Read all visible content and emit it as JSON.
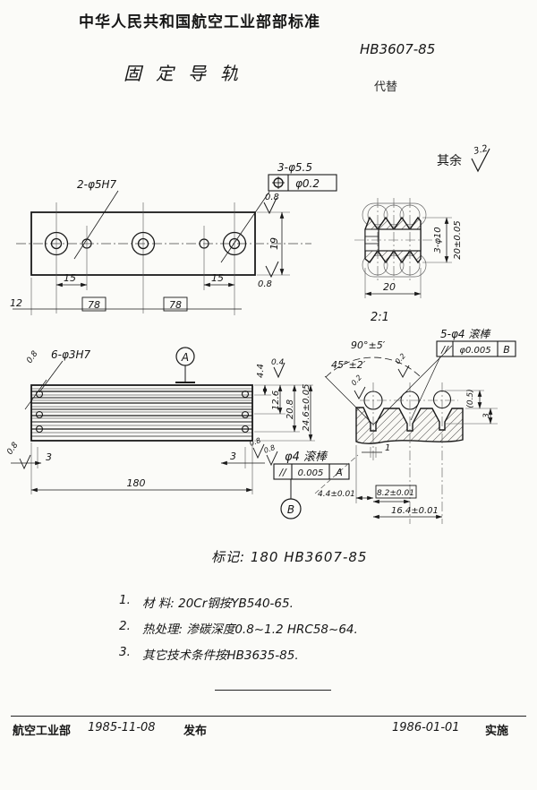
{
  "header": {
    "org": "中华人民共和国航空工业部部标准",
    "code": "HB3607-85",
    "title": "固定导轨",
    "replaces": "代替"
  },
  "general": {
    "other_label": "其余",
    "other_roughness": "3.2",
    "scale": "2:1"
  },
  "top_view": {
    "callout_reamed": "2-φ5H7",
    "callout_pos": "3-φ5.5",
    "pos_tol": "φ0.2",
    "rough_top": "0.8",
    "rough_bottom": "0.8",
    "dim_height": "19",
    "dim_pitch_l": "15",
    "dim_pitch_r": "15",
    "dim_edge": "12",
    "dim_span1": "78",
    "dim_span2": "78"
  },
  "section_view": {
    "dim_holes": "3-φ10",
    "dim_height": "20±0.05",
    "dim_width": "20"
  },
  "side_view": {
    "callout_holes": "6-φ3H7",
    "rough_tl": "0.8",
    "rough_bl": "0.8",
    "rough_04": "0.4",
    "rough_br1": "0.8",
    "rough_br2": "0.8",
    "datum_a": "A",
    "datum_b": "B",
    "dim1": "4.4",
    "dim2": "12.6",
    "dim3": "20.8",
    "dim4": "24.6±0.05",
    "dim_end_l": "3",
    "dim_end_r": "3",
    "dim_len": "180",
    "roller": "φ4 滚棒",
    "fcf_sym": "//",
    "fcf_tol": "0.005",
    "fcf_ref": "A"
  },
  "detail_view": {
    "angle_full": "90°±5′",
    "angle_half": "45°±2′",
    "rough1": "0.2",
    "rough2": "0.2",
    "roller": "5-φ4 滚棒",
    "fcf_sym": "//",
    "fcf_tol": "φ0.005",
    "fcf_ref": "B",
    "dim_gap": "(0.5)",
    "dim_depth": "3",
    "dim_slot": "1",
    "dim_a": "4.4±0.01",
    "dim_b": "8.2±0.01",
    "dim_c": "16.4±0.01"
  },
  "marking": {
    "text": "标记: 180  HB3607-85"
  },
  "notes": [
    {
      "num": "1.",
      "text": "材 料: 20Cr钢按YB540-65."
    },
    {
      "num": "2.",
      "text": "热处理: 渗碳深度0.8~1.2  HRC58~64."
    },
    {
      "num": "3.",
      "text": "其它技术条件按HB3635-85."
    }
  ],
  "footer": {
    "org": "航空工业部",
    "release_date": "1985-11-08",
    "release": "发布",
    "impl_date": "1986-01-01",
    "impl": "实施"
  }
}
